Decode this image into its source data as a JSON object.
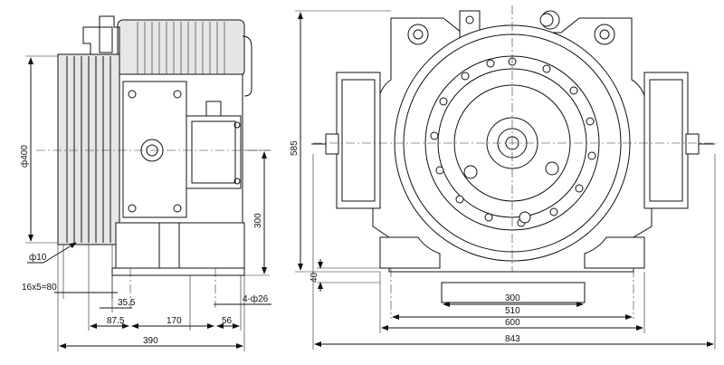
{
  "side_view": {
    "dims": {
      "sheave_diameter": "ф400",
      "rope_diameter": "ф10",
      "grooves": "16x5=80",
      "groove_offset": "35.5",
      "base_offset": "87.5",
      "bolt_spacing": "170",
      "bolt_to_edge": "56",
      "shaft_height": "300",
      "mounting_holes": "4-ф26",
      "overall_length": "390"
    }
  },
  "front_view": {
    "dims": {
      "total_height": "585",
      "base_height": "40",
      "hole_spacing_inner": "300",
      "hole_spacing_outer": "510",
      "base_width": "600",
      "overall_width": "843"
    }
  }
}
